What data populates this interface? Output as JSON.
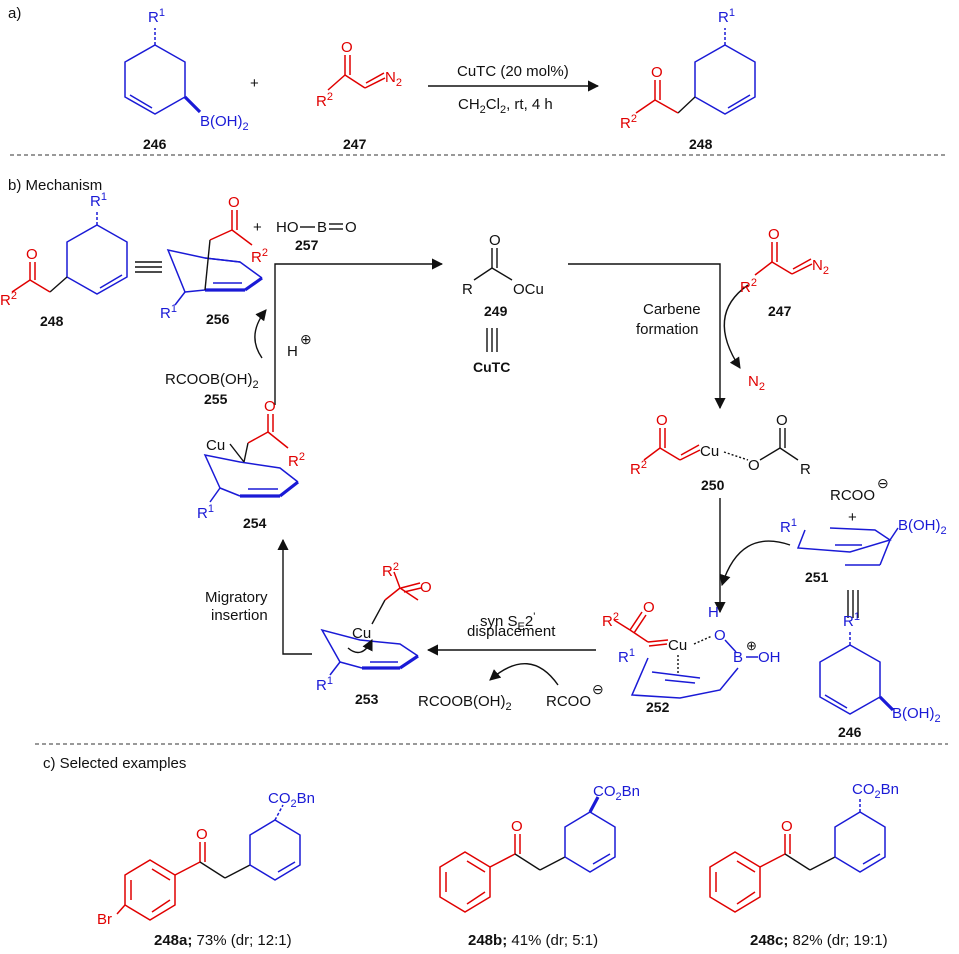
{
  "sections": {
    "a": "a)",
    "b": "b) Mechanism",
    "c": "c) Selected examples"
  },
  "reaction": {
    "plus": "+",
    "conditions_line1": "CuTC (20 mol%)",
    "conditions_line2_main": "CH",
    "conditions_line2_sub1": "2",
    "conditions_line2_cl": "Cl",
    "conditions_line2_sub2": "2",
    "conditions_line2_rest": ", rt, 4 h"
  },
  "compounds": {
    "c246": "246",
    "c247": "247",
    "c248": "248",
    "c249": "249",
    "c250": "250",
    "c251": "251",
    "c252": "252",
    "c253": "253",
    "c254": "254",
    "c255": "255",
    "c256": "256",
    "c257": "257"
  },
  "groups": {
    "R1": "R",
    "R2": "R",
    "sup1": "1",
    "sup2": "2",
    "boh2": "B(OH)",
    "sub2": "2",
    "n2": "N",
    "o": "O",
    "cu": "Cu",
    "ocu": "OCu",
    "r": "R",
    "h": "H",
    "b": "B",
    "oh": "OH",
    "hob": "HO",
    "bo": "B",
    "oo": "O",
    "plus": "+",
    "plus_charge": "⊕",
    "minus_charge": "⊖",
    "co2bn": "CO",
    "bn": "Bn",
    "br": "Br"
  },
  "mechanism": {
    "cutc": "CuTC",
    "carbene_line1": "Carbene",
    "carbene_line2": "formation",
    "n2_label": "N",
    "rcoo": "RCOO",
    "rcoob": "RCOOB(OH)",
    "hplus": "H",
    "syn_line1_a": "syn S",
    "syn_line1_sub": "E",
    "syn_line1_b": "2",
    "syn_line1_prime": "'",
    "syn_line2": "displacement",
    "migratory_line1": "Migratory",
    "migratory_line2": "insertion"
  },
  "examples": [
    {
      "id": "248a;",
      "yield": " 73% (dr; 12:1)"
    },
    {
      "id": "248b;",
      "yield": " 41% (dr; 5:1)"
    },
    {
      "id": "248c;",
      "yield": " 82% (dr; 19:1)"
    }
  ]
}
